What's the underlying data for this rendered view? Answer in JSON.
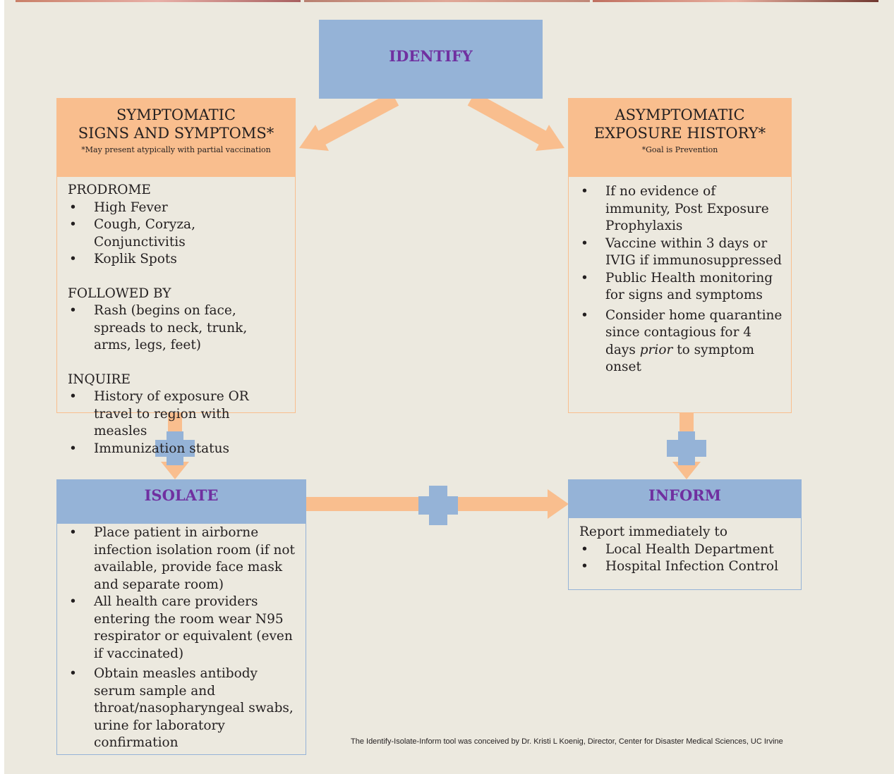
{
  "identify": {
    "title": "IDENTIFY"
  },
  "symptomatic": {
    "title_line1": "SYMPTOMATIC",
    "title_line2": "SIGNS AND SYMPTOMS*",
    "note": "*May present atypically with partial vaccination",
    "prodrome_heading": "PRODROME",
    "prodrome_items": [
      "High Fever",
      "Cough, Coryza, Conjunctivitis",
      "Koplik Spots"
    ],
    "followed_heading": "FOLLOWED BY",
    "followed_items": [
      "Rash (begins on face, spreads to neck, trunk, arms, legs, feet)"
    ],
    "inquire_heading": "INQUIRE",
    "inquire_items": [
      "History of exposure OR travel to region with measles",
      "Immunization status"
    ]
  },
  "asymptomatic": {
    "title_line1": "ASYMPTOMATIC",
    "title_line2": "EXPOSURE HISTORY*",
    "note": "*Goal is Prevention",
    "items": [
      "If no evidence of immunity, Post Exposure Prophylaxis",
      "Vaccine within 3 days or IVIG if immunosuppressed",
      "Public Health monitoring for signs and symptoms"
    ],
    "last_item_pre": "Consider home quarantine since contagious for 4 days",
    "last_item_italic": "prior",
    "last_item_post": "to symptom onset"
  },
  "isolate": {
    "title": "ISOLATE",
    "items": [
      "Place patient in airborne infection isolation room (if not available, provide face mask and separate room)",
      "All health care providers entering the room wear N95 respirator or equivalent (even if vaccinated)",
      "Obtain measles antibody serum sample and throat/nasopharyngeal swabs, urine for laboratory confirmation"
    ]
  },
  "inform": {
    "title": "INFORM",
    "intro": "Report immediately to",
    "items": [
      "Local Health Department",
      "Hospital Infection Control"
    ]
  },
  "credit": "The Identify-Isolate-Inform tool was conceived by Dr. Kristi L Koenig, Director, Center for Disaster Medical Sciences, UC Irvine",
  "colors": {
    "orange": "#f9be8e",
    "blue": "#95b3d7",
    "purple": "#7030a0",
    "background": "#ece9df"
  }
}
